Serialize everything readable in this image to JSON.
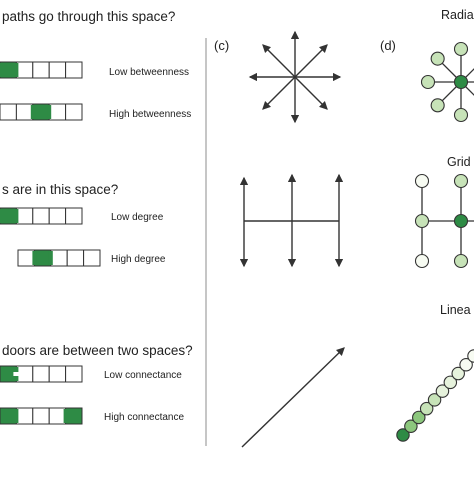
{
  "questions": {
    "betweenness": "paths go through this space?",
    "degree": "s are in this space?",
    "connectance": "doors are between two spaces?"
  },
  "labels": {
    "low_betweenness": "Low betweenness",
    "high_betweenness": "High betweenness",
    "low_degree": "Low degree",
    "high_degree": "High degree",
    "low_connectance": "Low connectance",
    "high_connectance": "High connectance"
  },
  "panels": {
    "c_label": "(c)",
    "d_label": "(d)",
    "radial_title": "Radia",
    "grid_title": "Grid",
    "linear_title": "Linea"
  },
  "colors": {
    "dark_green": "#2e8b45",
    "mid_green": "#8cc77d",
    "light_green": "#c7e3b8",
    "pale_green": "#e6f2dc",
    "white_node": "#f7fbf2",
    "edge": "#333333",
    "divider": "#999999"
  }
}
